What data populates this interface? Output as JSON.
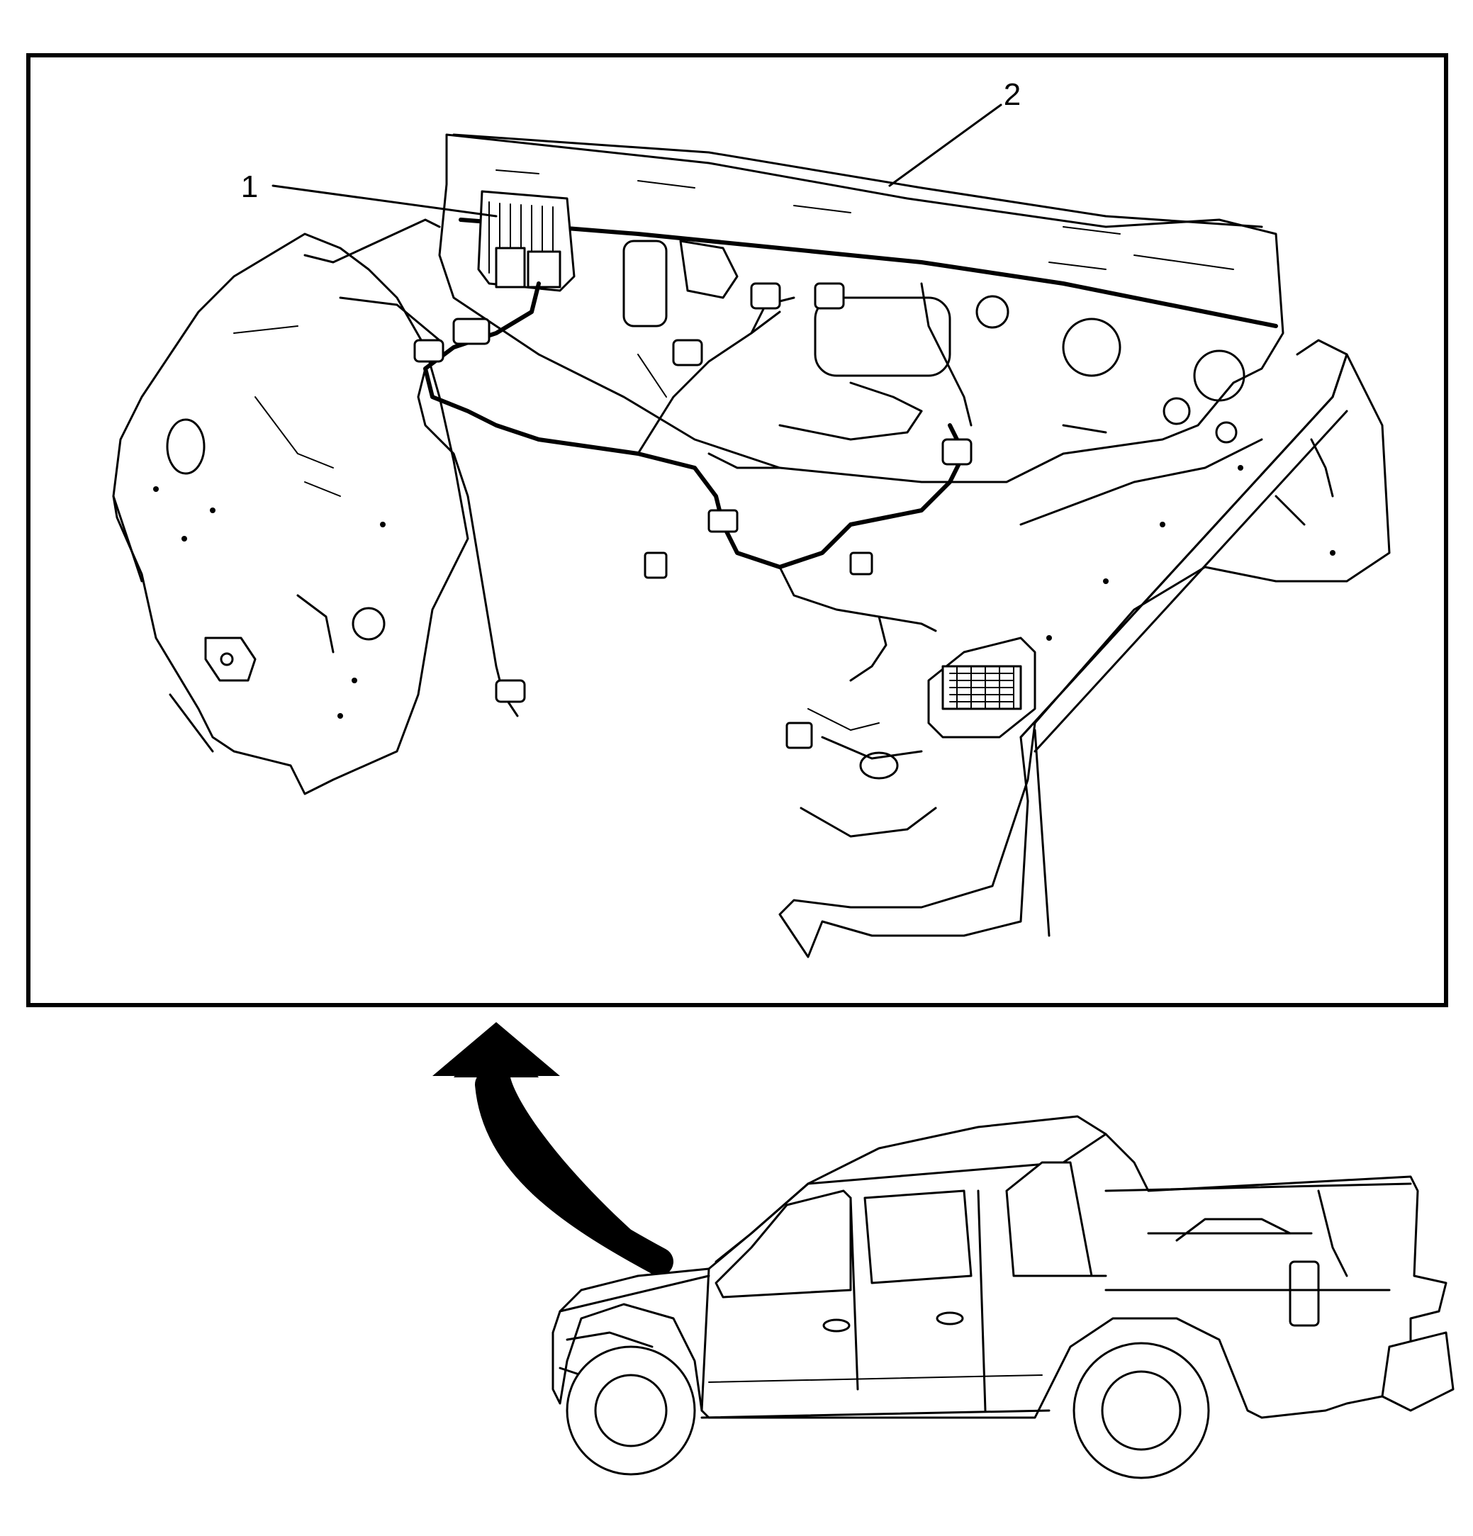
{
  "callouts": [
    {
      "label": "1",
      "part": "module"
    },
    {
      "label": "2",
      "part": "harness"
    }
  ],
  "colors": {
    "line": "#000000",
    "background": "#ffffff"
  },
  "icons": [
    "vehicle-illustration",
    "location-arrow-icon"
  ]
}
